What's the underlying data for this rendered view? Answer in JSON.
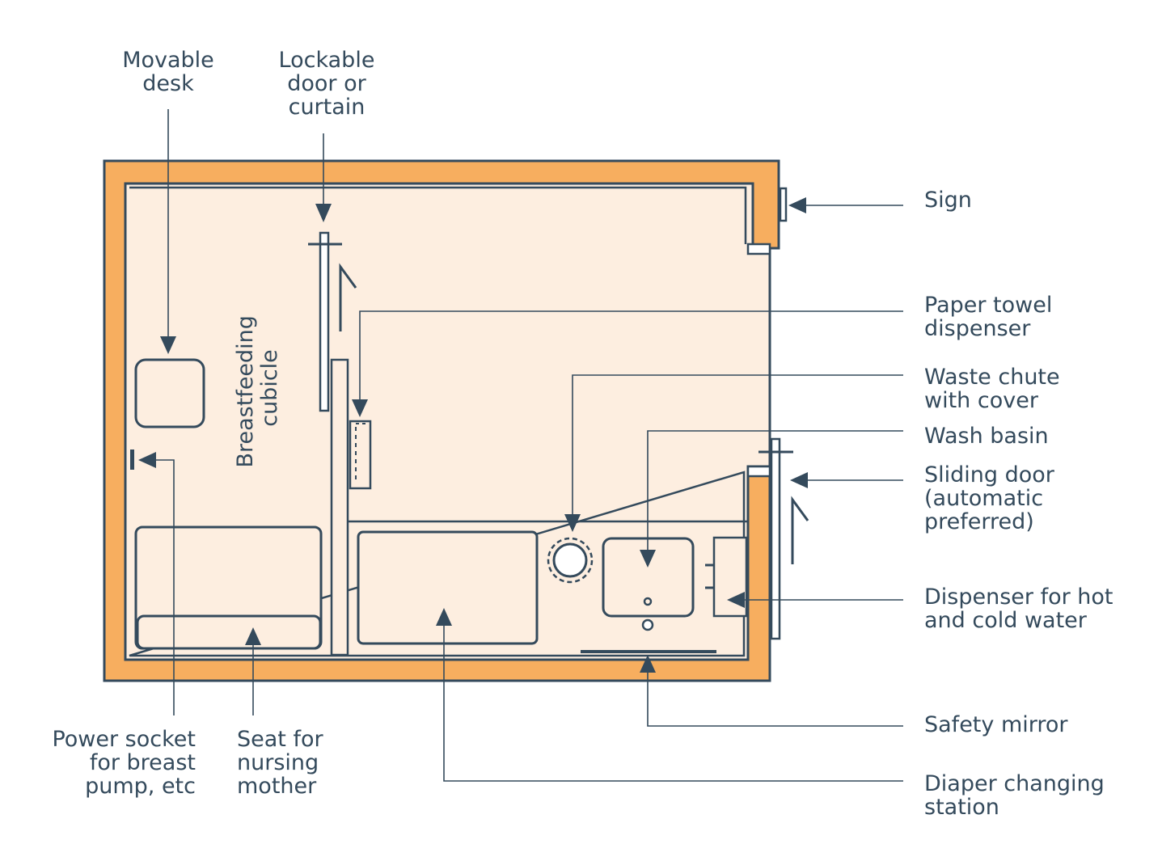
{
  "labels": {
    "movable_desk": [
      "Movable",
      "desk"
    ],
    "lockable_door": [
      "Lockable",
      "door or",
      "curtain"
    ],
    "sign": [
      "Sign"
    ],
    "paper_towel": [
      "Paper towel",
      "dispenser"
    ],
    "waste_chute": [
      "Waste chute",
      "with cover"
    ],
    "wash_basin": [
      "Wash basin"
    ],
    "sliding_door": [
      "Sliding door",
      "(automatic",
      "preferred)"
    ],
    "water_dispenser": [
      "Dispenser for hot",
      "and cold water"
    ],
    "safety_mirror": [
      "Safety mirror"
    ],
    "diaper_station": [
      "Diaper changing",
      "station"
    ],
    "power_socket": [
      "Power socket",
      "for breast",
      "pump, etc"
    ],
    "seat": [
      "Seat for",
      "nursing",
      "mother"
    ],
    "cubicle": [
      "Breastfeeding",
      "cubicle"
    ]
  },
  "colors": {
    "wall": "#f7ae5f",
    "floor": "#fdeee0",
    "line": "#344a5c",
    "text": "#344a5c"
  }
}
